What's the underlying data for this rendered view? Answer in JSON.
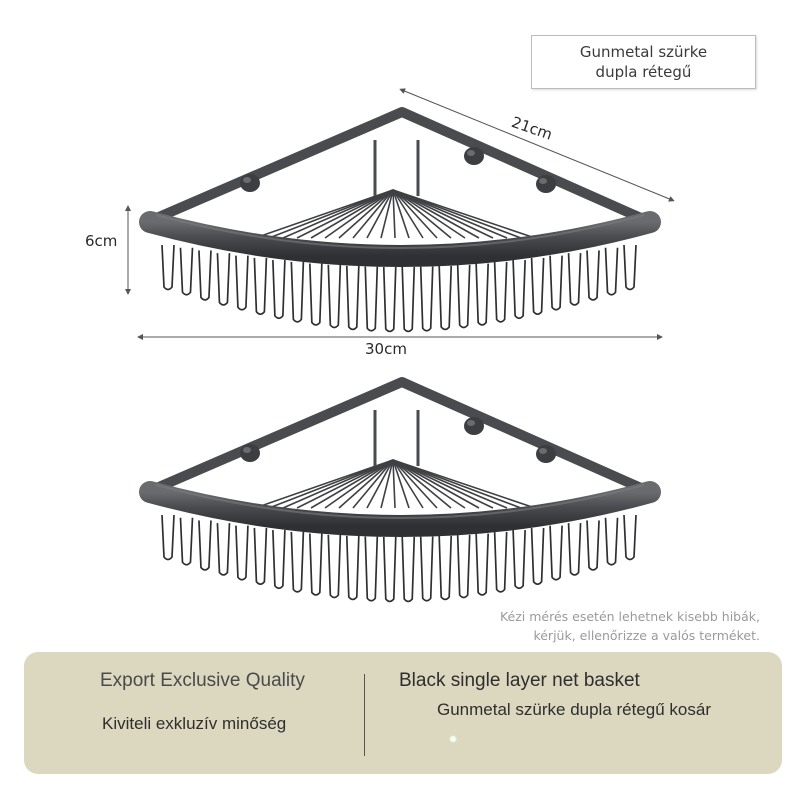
{
  "label_box": {
    "line1": "Gunmetal szürke",
    "line2": "dupla rétegű"
  },
  "dimensions": {
    "depth": "21cm",
    "height": "6cm",
    "width": "30cm"
  },
  "note": {
    "line1": "Kézi mérés esetén lehetnek kisebb hibák,",
    "line2": "kérjük, ellenőrizze a valós terméket."
  },
  "banner": {
    "left_title": "Export Exclusive Quality",
    "left_subtitle": "Kiviteli exkluzív minőség",
    "right_title": "Black single layer net basket",
    "right_subtitle": "Gunmetal szürke dupla rétegű kosár"
  },
  "colors": {
    "metal": "#4a4b4e",
    "banner_bg": "#dcd7bf"
  }
}
